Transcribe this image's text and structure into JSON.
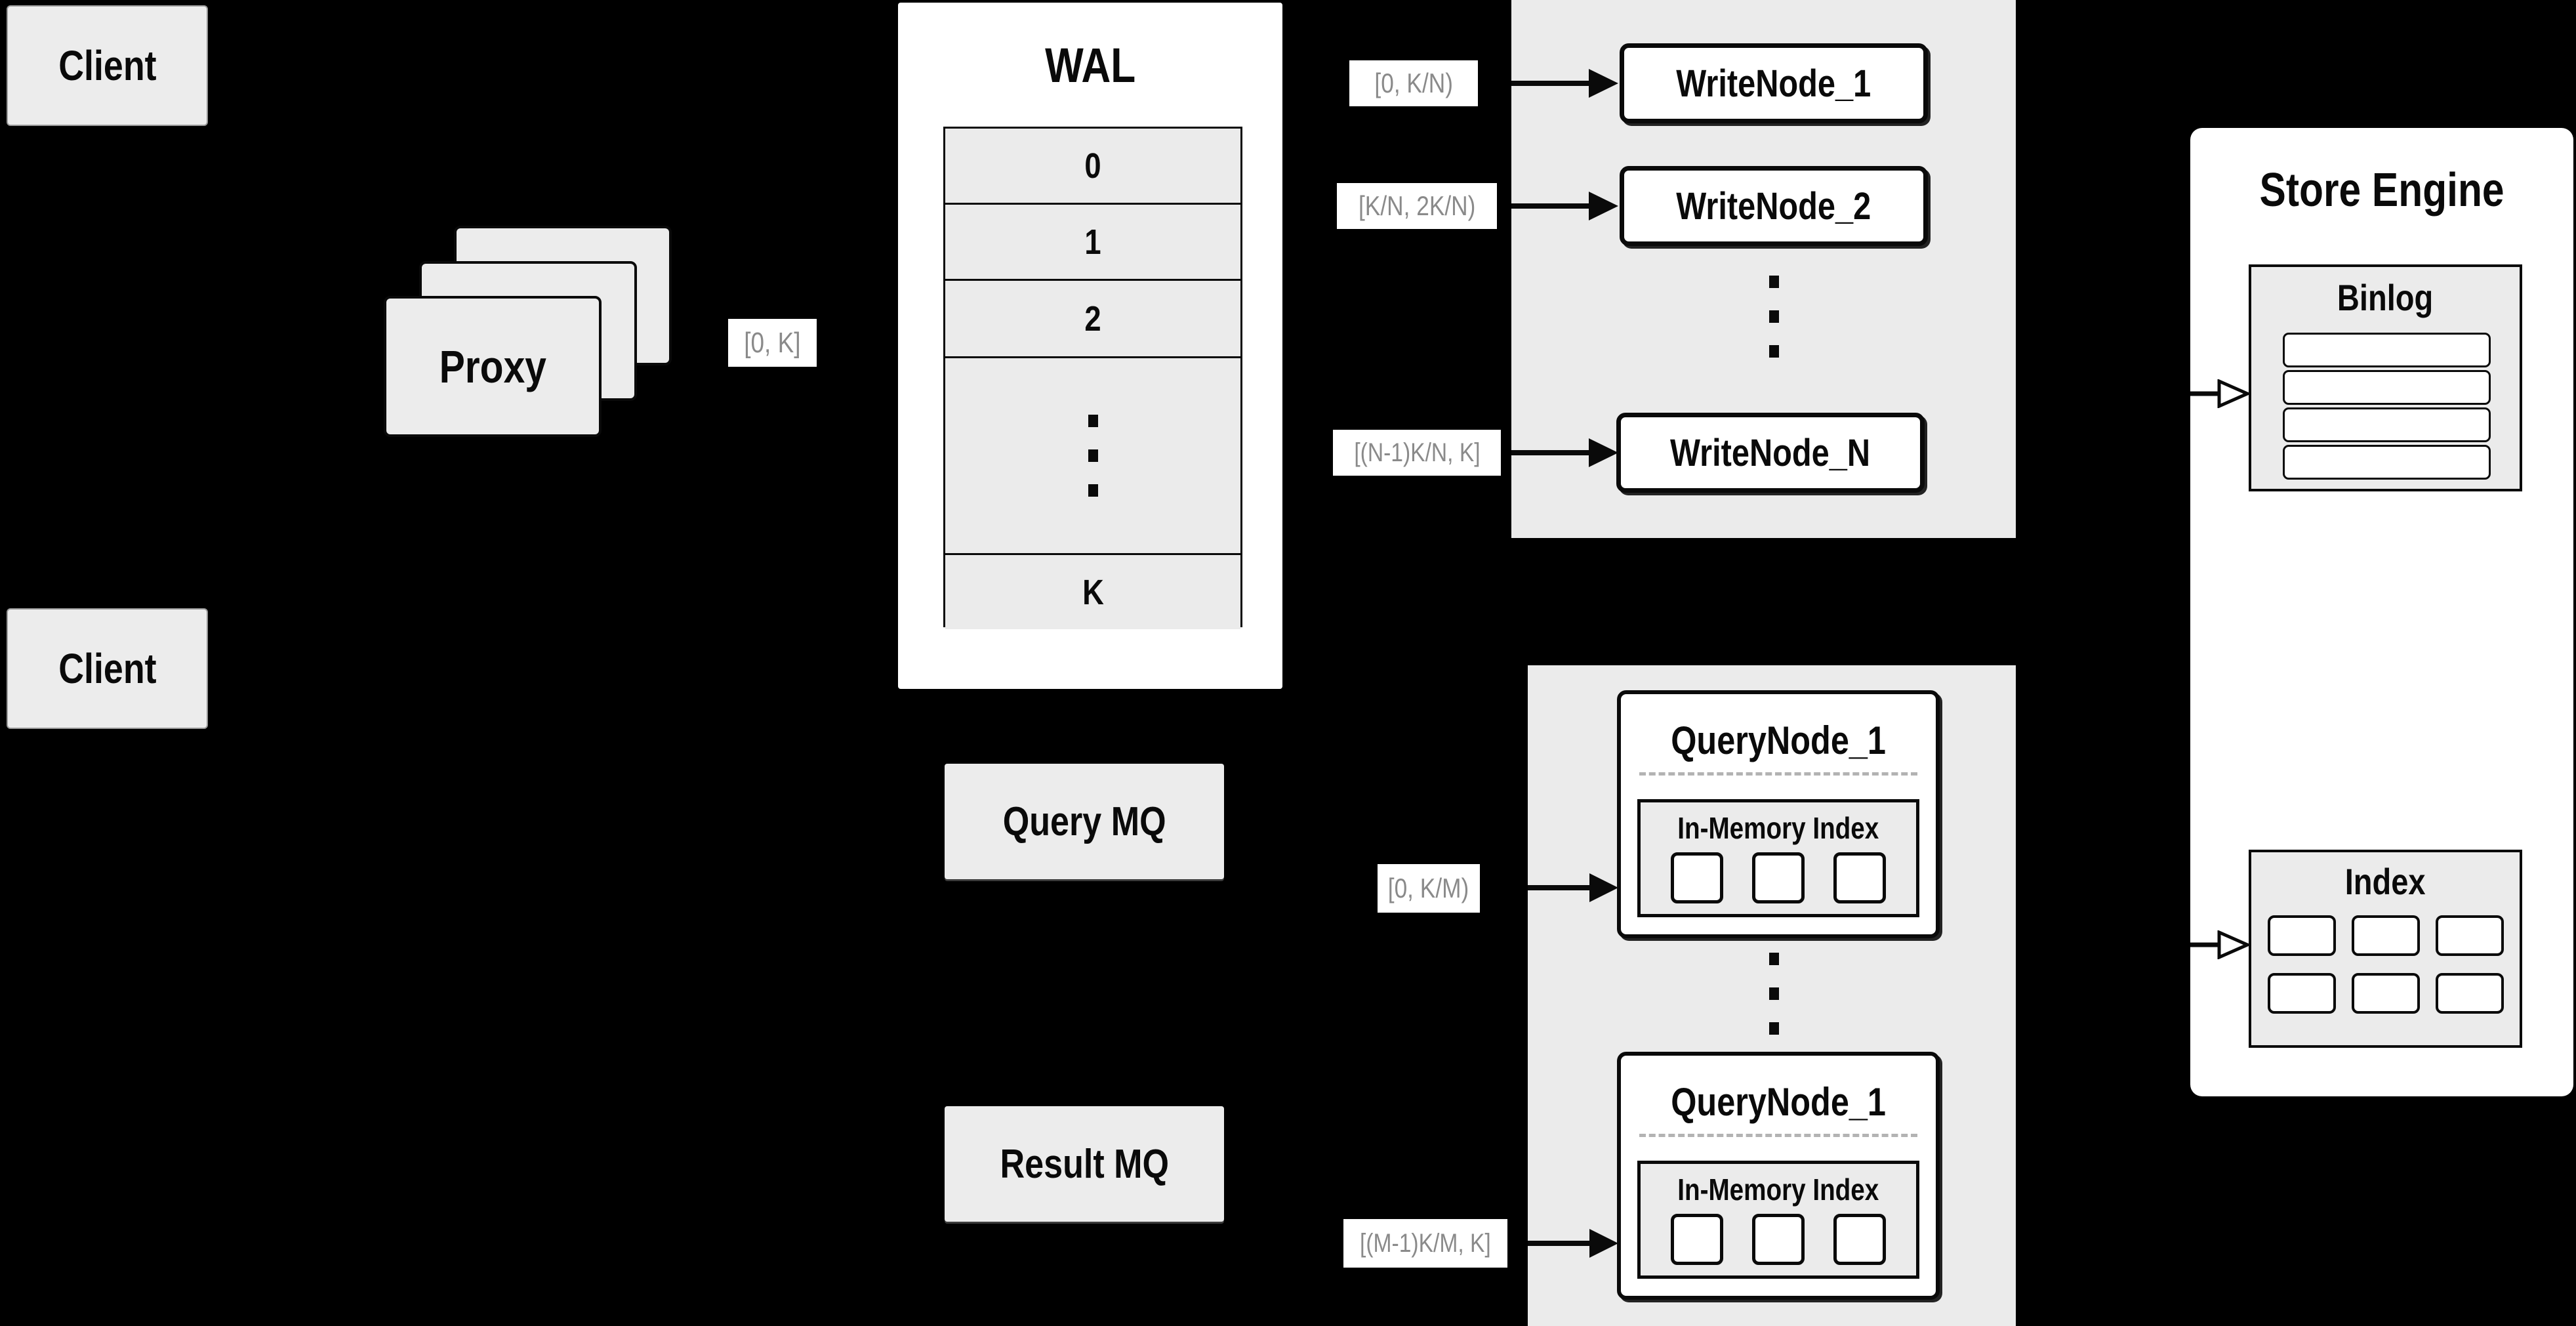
{
  "diagram": {
    "colors": {
      "background": "#000000",
      "panel_gray": "#ebebeb",
      "box_gray": "#ececec",
      "white": "#ffffff",
      "line_black": "#0a0a0a",
      "label_text_gray": "#8a8a8a"
    },
    "client_top": "Client",
    "client_bottom": "Client",
    "proxy": "Proxy",
    "proxy_range": "[0, K]",
    "wal": {
      "title": "WAL",
      "rows": [
        "0",
        "1",
        "2"
      ],
      "last": "K"
    },
    "write": {
      "labels": [
        "[0, K/N)",
        "[K/N, 2K/N)",
        "[(N-1)K/N, K]"
      ],
      "nodes": [
        "WriteNode_1",
        "WriteNode_2",
        "WriteNode_N"
      ]
    },
    "store": {
      "title": "Store Engine",
      "binlog": "Binlog",
      "index": "Index"
    },
    "mq": {
      "query": "Query MQ",
      "result": "Result MQ"
    },
    "query": {
      "labels": [
        "[0, K/M)",
        "[(M-1)K/M, K]"
      ],
      "node_top": {
        "title": "QueryNode_1",
        "inner": "In-Memory Index"
      },
      "node_bottom": {
        "title": "QueryNode_1",
        "inner": "In-Memory Index"
      }
    }
  }
}
